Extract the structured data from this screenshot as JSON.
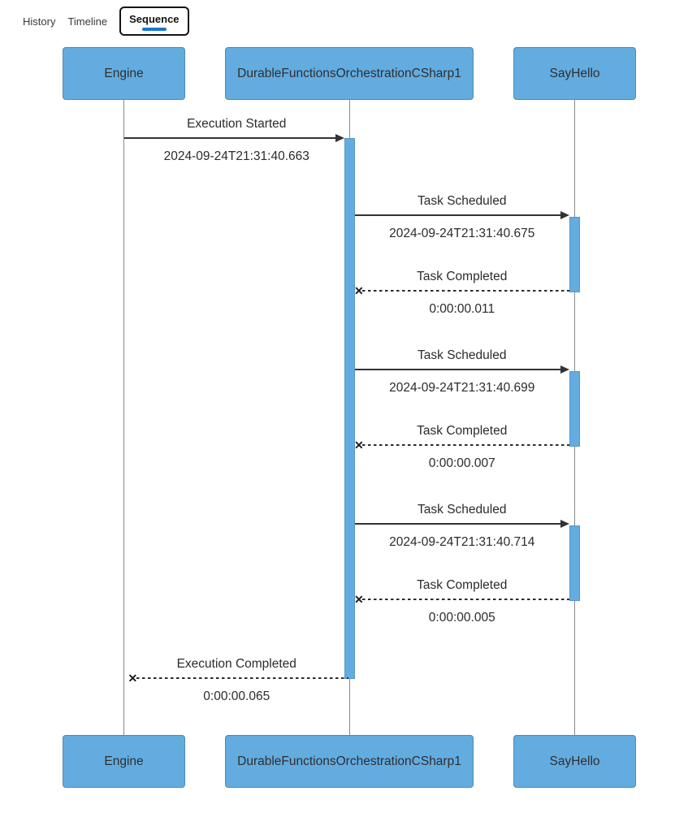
{
  "tabs": {
    "items": [
      {
        "label": "History",
        "active": false
      },
      {
        "label": "Timeline",
        "active": false
      },
      {
        "label": "Sequence",
        "active": true
      }
    ],
    "active_underline_color": "#1976D2"
  },
  "diagram": {
    "type": "sequence",
    "participants": [
      "Engine",
      "DurableFunctionsOrchestrationCSharp1",
      "SayHello"
    ],
    "messages": [
      {
        "label": "Execution Started",
        "from": "Engine",
        "to": "DurableFunctionsOrchestrationCSharp1",
        "line": "solid",
        "arrow": "filled",
        "note": "2024-09-24T21:31:40.663"
      },
      {
        "label": "Task Scheduled",
        "from": "DurableFunctionsOrchestrationCSharp1",
        "to": "SayHello",
        "line": "solid",
        "arrow": "filled",
        "note": "2024-09-24T21:31:40.675"
      },
      {
        "label": "Task Completed",
        "from": "SayHello",
        "to": "DurableFunctionsOrchestrationCSharp1",
        "line": "dotted",
        "arrow": "cross",
        "note": "0:00:00.011"
      },
      {
        "label": "Task Scheduled",
        "from": "DurableFunctionsOrchestrationCSharp1",
        "to": "SayHello",
        "line": "solid",
        "arrow": "filled",
        "note": "2024-09-24T21:31:40.699"
      },
      {
        "label": "Task Completed",
        "from": "SayHello",
        "to": "DurableFunctionsOrchestrationCSharp1",
        "line": "dotted",
        "arrow": "cross",
        "note": "0:00:00.007"
      },
      {
        "label": "Task Scheduled",
        "from": "DurableFunctionsOrchestrationCSharp1",
        "to": "SayHello",
        "line": "solid",
        "arrow": "filled",
        "note": "2024-09-24T21:31:40.714"
      },
      {
        "label": "Task Completed",
        "from": "SayHello",
        "to": "DurableFunctionsOrchestrationCSharp1",
        "line": "dotted",
        "arrow": "cross",
        "note": "0:00:00.005"
      },
      {
        "label": "Execution Completed",
        "from": "DurableFunctionsOrchestrationCSharp1",
        "to": "Engine",
        "line": "dotted",
        "arrow": "cross",
        "note": "0:00:00.065"
      }
    ],
    "colors": {
      "participant_fill": "#63ACE0",
      "activation_fill": "#63ACE0",
      "lifeline": "#8A8A8A",
      "message": "#333333"
    },
    "cross_glyph": "✕"
  }
}
